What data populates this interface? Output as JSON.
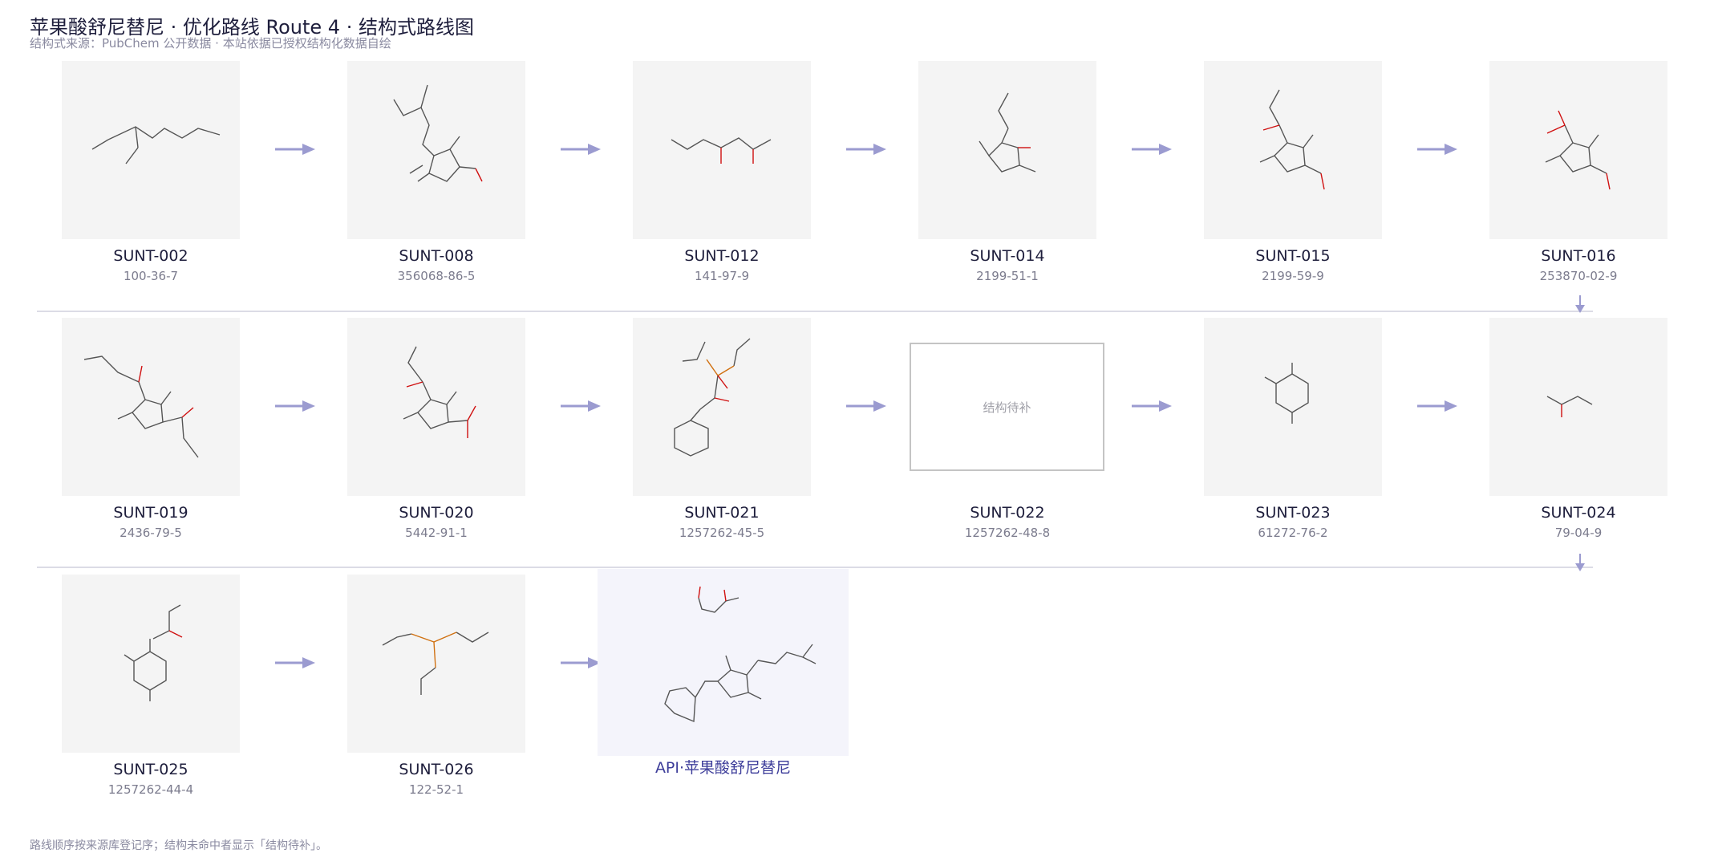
{
  "header": {
    "title": "苹果酸舒尼替尼 · 优化路线 Route 4 · 结构式路线图",
    "subtitle": "结构式来源：PubChem 公开数据 · 本站依据已授权结构化数据自绘"
  },
  "nodes": [
    {
      "id": "SUNT-002",
      "cas": "100-36-7"
    },
    {
      "id": "SUNT-008",
      "cas": "356068-86-5"
    },
    {
      "id": "SUNT-012",
      "cas": "141-97-9"
    },
    {
      "id": "SUNT-014",
      "cas": "2199-51-1"
    },
    {
      "id": "SUNT-015",
      "cas": "2199-59-9"
    },
    {
      "id": "SUNT-016",
      "cas": "253870-02-9"
    },
    {
      "id": "SUNT-019",
      "cas": "2436-79-5"
    },
    {
      "id": "SUNT-020",
      "cas": "5442-91-1"
    },
    {
      "id": "SUNT-021",
      "cas": "1257262-45-5"
    },
    {
      "id": "SUNT-022",
      "cas": "1257262-48-8",
      "placeholder": "结构待补"
    },
    {
      "id": "SUNT-023",
      "cas": "61272-76-2"
    },
    {
      "id": "SUNT-024",
      "cas": "79-04-9"
    },
    {
      "id": "SUNT-025",
      "cas": "1257262-44-4"
    },
    {
      "id": "SUNT-026",
      "cas": "122-52-1"
    }
  ],
  "api": {
    "label": "API·苹果酸舒尼替尼"
  },
  "atoms": {
    "n": "N",
    "h": "H",
    "o": "O",
    "p": "P",
    "i": "I",
    "f": "F",
    "cl": "Cl"
  },
  "colors": {
    "arrow": "#9b9bd0",
    "nitrogen": "#2222cc",
    "oxygen": "#d01010",
    "phosphorus": "#d07010",
    "halogen": "#8a2be2"
  },
  "footer": "路线顺序按来源库登记序；结构未命中者显示「结构待补」。"
}
